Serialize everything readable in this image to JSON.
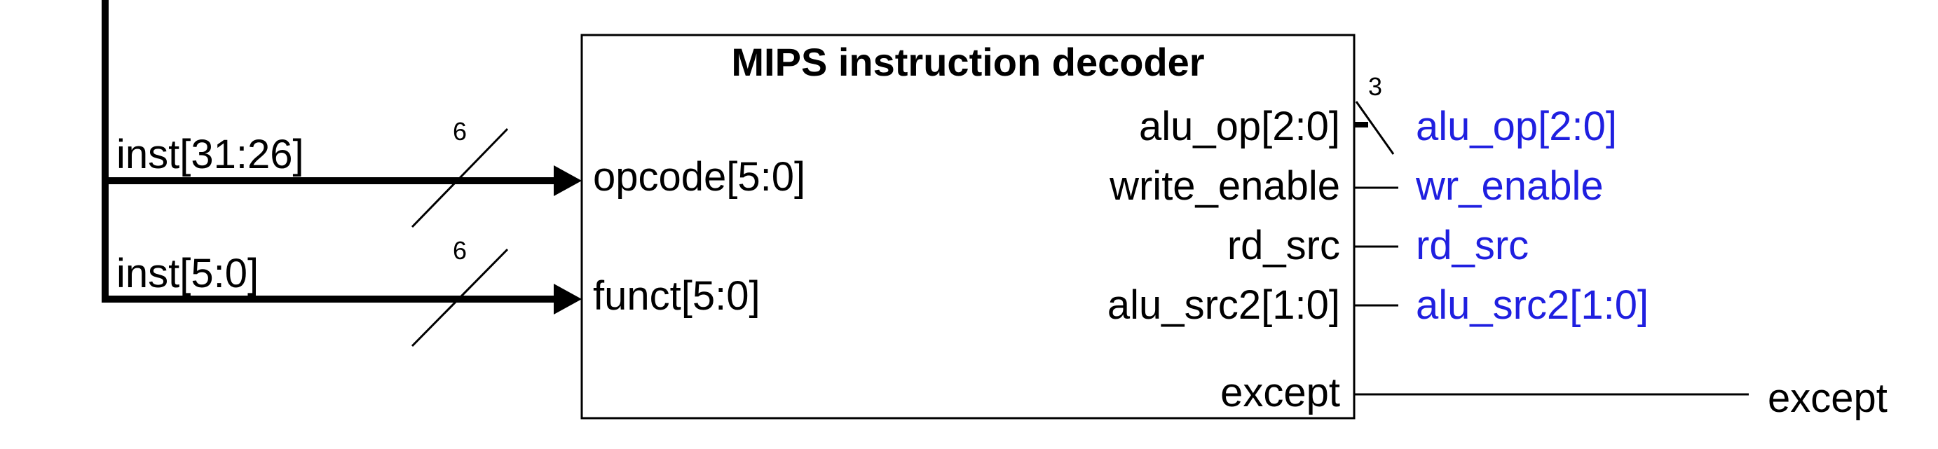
{
  "block": {
    "title": "MIPS instruction decoder",
    "inputs": [
      {
        "port": "opcode[5:0]",
        "signal": "inst[31:26]",
        "width": "6"
      },
      {
        "port": "funct[5:0]",
        "signal": "inst[5:0]",
        "width": "6"
      }
    ],
    "outputs": [
      {
        "port": "alu_op[2:0]",
        "signal": "alu_op[2:0]",
        "width": "3"
      },
      {
        "port": "write_enable",
        "signal": "wr_enable"
      },
      {
        "port": "rd_src",
        "signal": "rd_src"
      },
      {
        "port": "alu_src2[1:0]",
        "signal": "alu_src2[1:0]"
      },
      {
        "port": "except",
        "signal": "except"
      }
    ]
  },
  "colors": {
    "wire": "#000000",
    "signal_label": "#1f1fe0",
    "background": "#ffffff"
  }
}
